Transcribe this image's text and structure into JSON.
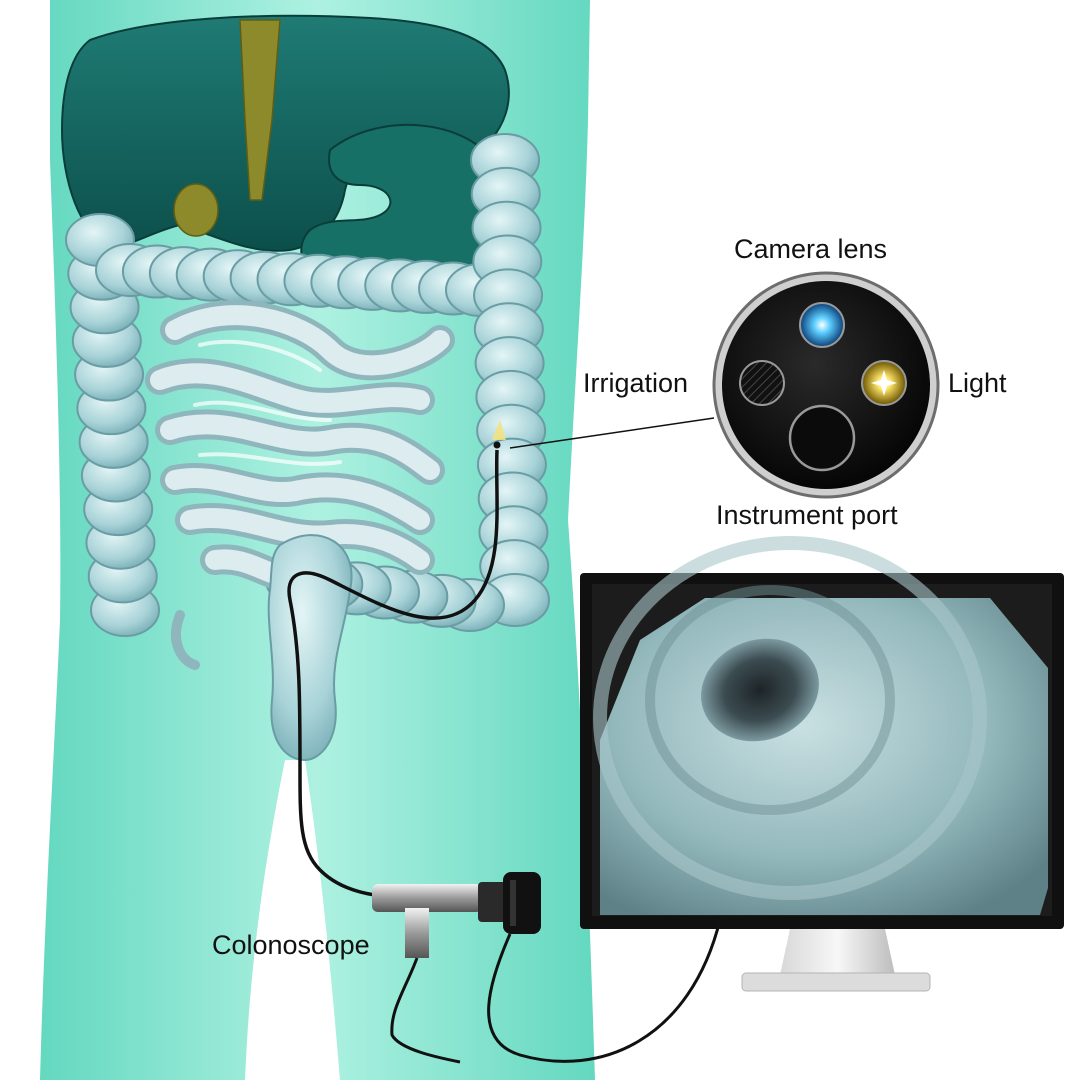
{
  "labels": {
    "camera_lens": "Camera lens",
    "irrigation": "Irrigation",
    "light": "Light",
    "instrument_port": "Instrument port",
    "colonoscope": "Colonoscope"
  },
  "colors": {
    "body": "#7fe3cf",
    "organ_dark": "#0f5e5a",
    "intestine": "#a6d1d7",
    "gallbladder": "#8c8a2a",
    "light_yellow": "#f5e27a",
    "camera_blue": "#2fb8ff",
    "monitor_frame": "#111111"
  }
}
